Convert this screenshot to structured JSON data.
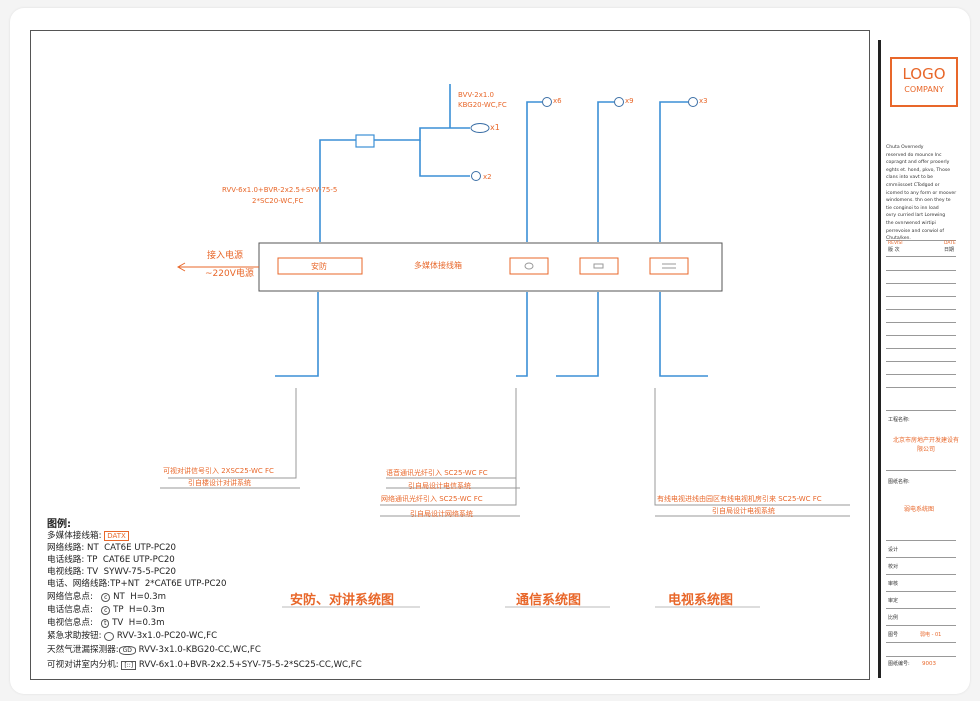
{
  "title_block": {
    "logo": "LOGO",
    "company": "COMPANY",
    "notice_lines": [
      "Chuta Overnedy",
      "reserved do mounce lnc",
      "copragnt and offer prooerly",
      "eghts et. hond, pkvo, Those",
      "clans into vavt to be",
      "cmmiissoet CTodgod or",
      "icomed to any form or moover",
      "windomens. thn oen they te",
      "tie conginoi to inn load",
      "ovry curried lart Lorewing",
      "the ovnrwensd wirtipi",
      "perrevoise and corwiol of",
      "Chuta/ken."
    ],
    "rev_label": "REVISI",
    "rev_sub": "版 次",
    "date_label": "DATE",
    "date_sub": "日期",
    "project_label": "工程名称:",
    "project_name": "北京市房地产开发建设有限公司",
    "drawing_label": "图纸名称:",
    "drawing_name": "弱电系统图",
    "fields": [
      "设计",
      "校对",
      "审核",
      "审定",
      "比例",
      "图号"
    ],
    "sheet_no": "弱电 - 01",
    "drawing_no_label": "图纸编号:",
    "drawing_no": "9003"
  },
  "diagram": {
    "cable_note_1": "RVV-6x1.0+BVR-2x2.5+SYV-75-5",
    "cable_note_2": "2*SC20-WC,FC",
    "smoke_cable_1": "BVV-2x1.0",
    "smoke_cable_2": "KBG20-WC,FC",
    "x1": "x1",
    "x2": "x2",
    "x6": "x6",
    "x9": "x9",
    "x3": "x3",
    "power_label_1": "接入电源",
    "power_label_2": "~220V电源",
    "box_title": "多媒体接线箱",
    "box_cell_1": "安防",
    "security_note_1": "可视对讲信号引入 2XSC25-WC FC",
    "security_note_2": "引自楼设计对讲系统",
    "comm_note_1": "语音通讯光纤引入 SC25-WC FC",
    "comm_note_2": "引自局设计电信系统",
    "comm_note_3": "网络通讯光纤引入 SC25-WC FC",
    "comm_note_4": "引自局设计网络系统",
    "tv_note_1": "有线电视进线由园区有线电视机房引来 SC25-WC FC",
    "tv_note_2": "引自局设计电视系统"
  },
  "legend": {
    "heading": "图例:",
    "rows": [
      {
        "label": "多媒体接线箱:",
        "value": "DATX"
      },
      {
        "label": "网络线路:",
        "code": "NT",
        "value": "CAT6E UTP-PC20"
      },
      {
        "label": "电话线路:",
        "code": "TP",
        "value": "CAT6E UTP-PC20"
      },
      {
        "label": "电视线路:",
        "code": "TV",
        "value": "SYWV-75-5-PC20"
      },
      {
        "label": "电话、网络线路:",
        "code": "TP+NT",
        "value": "2*CAT6E UTP-PC20"
      },
      {
        "label": "网络信息点:",
        "code": "NT",
        "value": "H=0.3m"
      },
      {
        "label": "电话信息点:",
        "code": "TP",
        "value": "H=0.3m"
      },
      {
        "label": "电视信息点:",
        "code": "TV",
        "value": "H=0.3m"
      },
      {
        "label": "紧急求助按钮:",
        "value": "RVV-3x1.0-PC20-WC,FC"
      },
      {
        "label": "天然气泄漏探测器:",
        "value": "RVV-3x1.0-KBG20-CC,WC,FC"
      },
      {
        "label": "可视对讲室内分机:",
        "value": "RVV-6x1.0+BVR-2x2.5+SYV-75-5-2*SC25-CC,WC,FC"
      }
    ]
  },
  "section_titles": {
    "security": "安防、对讲系统图",
    "comm": "通信系统图",
    "tv": "电视系统图"
  }
}
